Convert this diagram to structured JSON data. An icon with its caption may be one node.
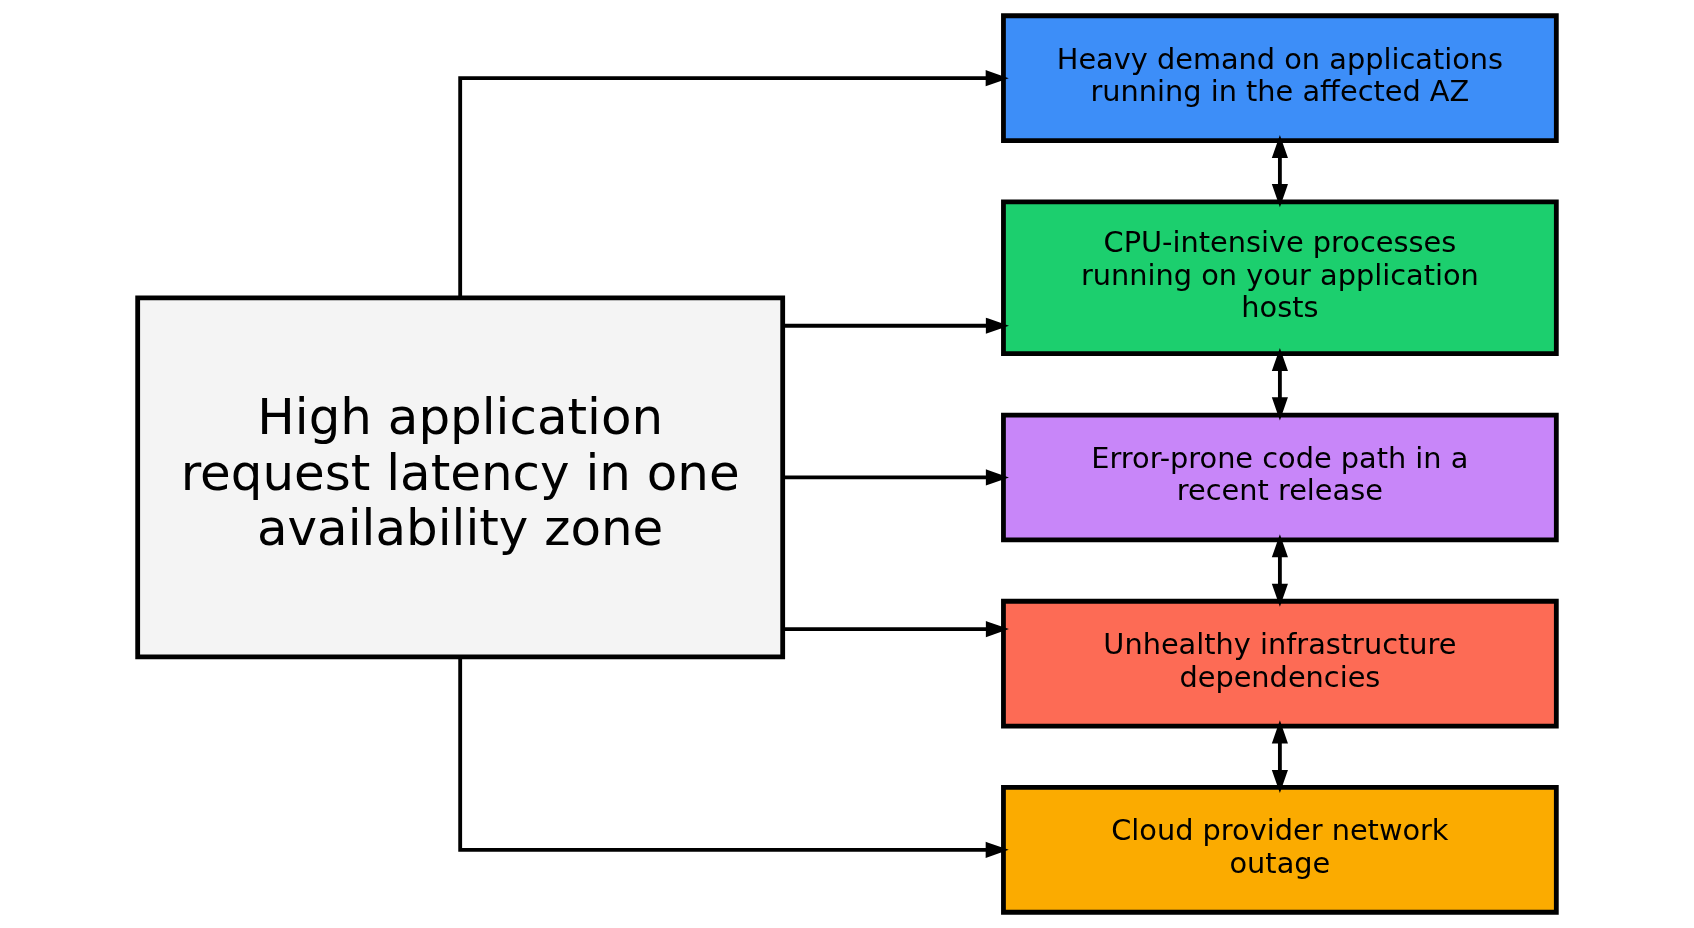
{
  "diagram": {
    "nodes": [
      {
        "text": [
          "High application request latency in one availability zone"
        ]
      },
      {
        "text": [
          "Heavy demand on applications running in the affected AZ"
        ]
      },
      {
        "text": [
          "CPU-intensive processes running on your application hosts"
        ]
      },
      {
        "text": [
          "Error-prone code path in a recent release"
        ]
      },
      {
        "text": [
          "Unhealthy infrastructure dependencies"
        ]
      },
      {
        "text": [
          "Cloud provider network outage"
        ]
      }
    ],
    "edges": [
      {
        "from": 0,
        "to": 1,
        "arrow": "to"
      },
      {
        "from": 0,
        "to": 2,
        "arrow": "to"
      },
      {
        "from": 0,
        "to": 3,
        "arrow": "to"
      },
      {
        "from": 0,
        "to": 4,
        "arrow": "to"
      },
      {
        "from": 0,
        "to": 5,
        "arrow": "to"
      },
      {
        "from": 1,
        "to": 2,
        "arrow": "both"
      },
      {
        "from": 2,
        "to": 3,
        "arrow": "both"
      },
      {
        "from": 3,
        "to": 4,
        "arrow": "both"
      },
      {
        "from": 4,
        "to": 5,
        "arrow": "both"
      }
    ]
  }
}
